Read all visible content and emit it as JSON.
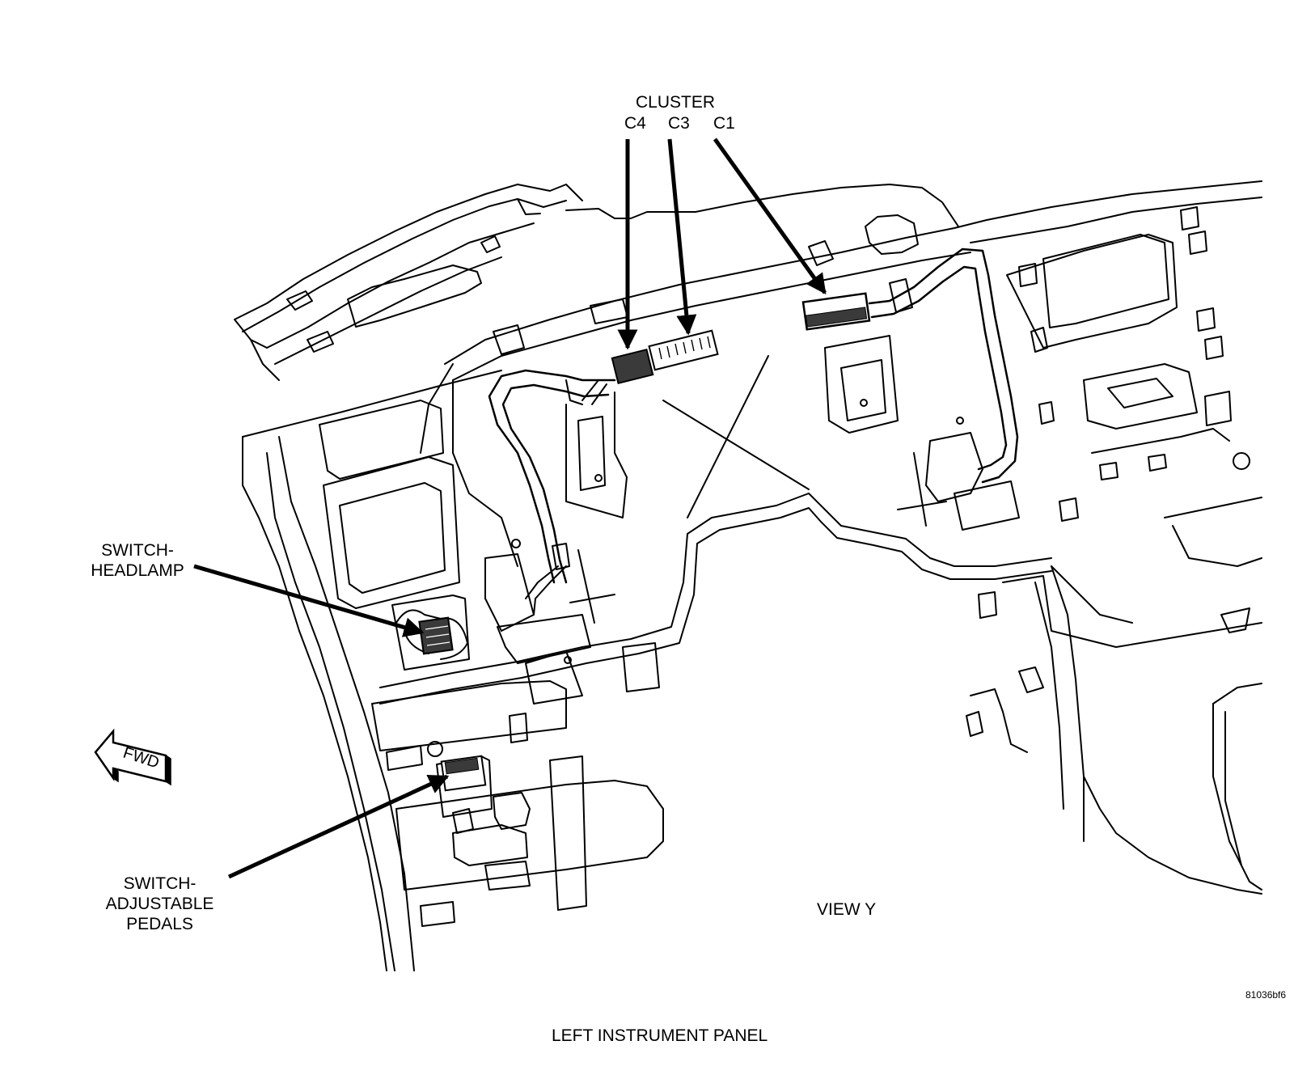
{
  "labels": {
    "cluster": "CLUSTER",
    "c4": "C4",
    "c3": "C3",
    "c1": "C1",
    "switch_headlamp": [
      "SWITCH-",
      "HEADLAMP"
    ],
    "switch_adjustable_pedals": [
      "SWITCH-",
      "ADJUSTABLE",
      "PEDALS"
    ],
    "view": "VIEW Y",
    "fwd": "FWD",
    "figure_id": "81036bf6",
    "caption": "LEFT INSTRUMENT PANEL"
  },
  "colors": {
    "line": "#000000",
    "background": "#ffffff",
    "connector_fill": "#3a3a3a"
  }
}
